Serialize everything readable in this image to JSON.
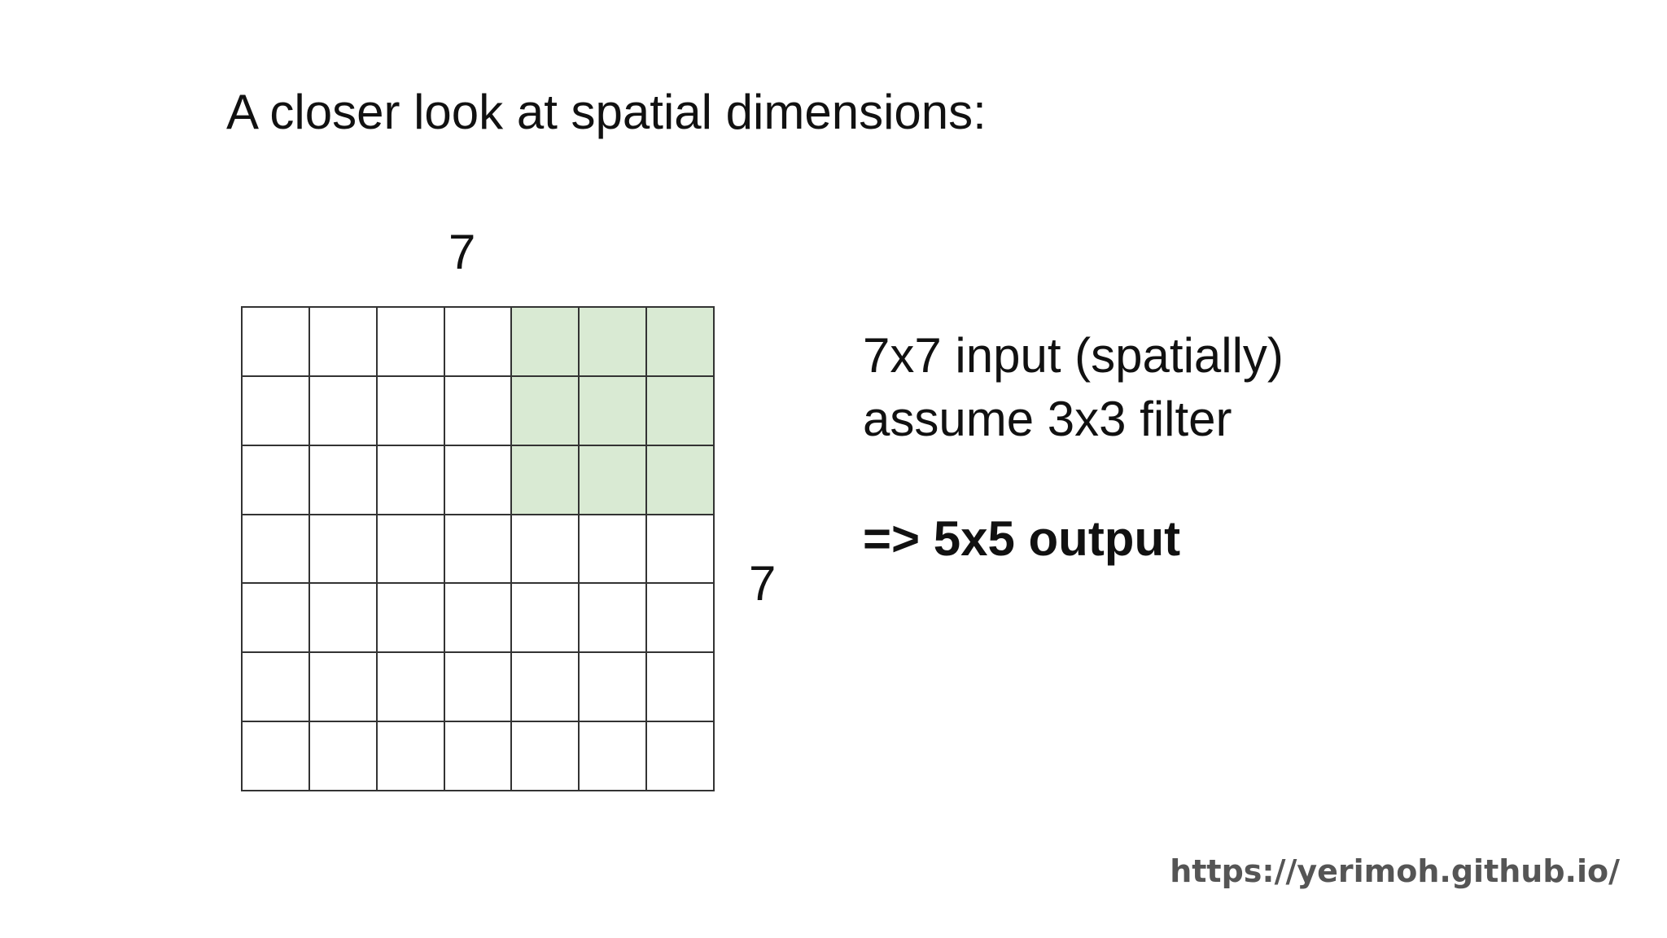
{
  "slide": {
    "title": "A closer look at spatial dimensions:"
  },
  "grid": {
    "width_label": "7",
    "height_label": "7",
    "rows": 7,
    "cols": 7,
    "filter": {
      "row_start": 0,
      "col_start": 4,
      "size": 3,
      "color": "#d9ead3"
    }
  },
  "description": {
    "line1": "7x7 input (spatially)",
    "line2": "assume 3x3 filter",
    "output": "=> 5x5 output"
  },
  "watermark": {
    "text": "https://yerimoh.github.io/"
  },
  "colors": {
    "grid_line": "#333333",
    "filter_fill": "#d9ead3",
    "text": "#111111"
  }
}
